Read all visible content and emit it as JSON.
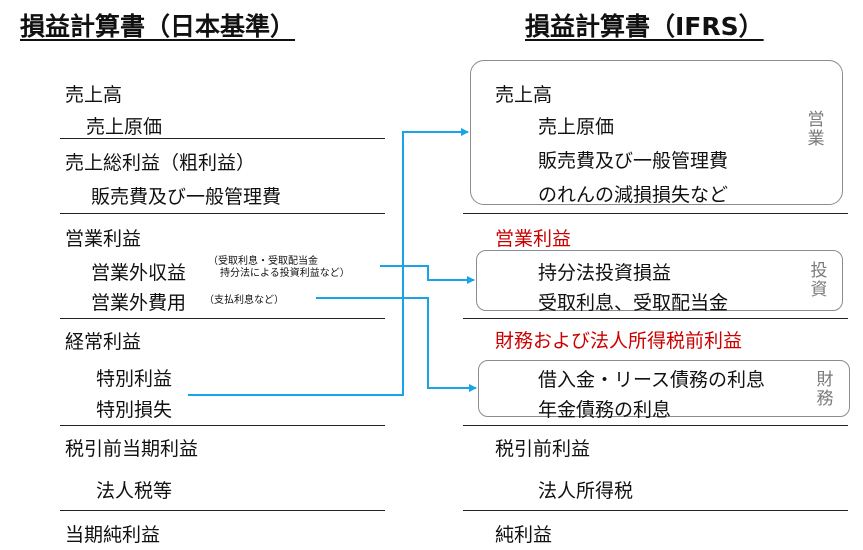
{
  "left": {
    "title": "損益計算書（日本基準）",
    "revenue": "売上高",
    "cogs": "売上原価",
    "gross_profit": "売上総利益（粗利益）",
    "sga": "販売費及び一般管理費",
    "operating_income": "営業利益",
    "non_op_income": "営業外収益",
    "non_op_income_note_1": "（受取利息・受取配当金",
    "non_op_income_note_2": "持分法による投資利益など）",
    "non_op_expense": "営業外費用",
    "non_op_expense_note": "（支払利息など）",
    "ordinary_income": "経常利益",
    "extraordinary_gain": "特別利益",
    "extraordinary_loss": "特別損失",
    "pretax_income": "税引前当期利益",
    "income_tax": "法人税等",
    "net_income": "当期純利益"
  },
  "right": {
    "title": "損益計算書（IFRS）",
    "revenue": "売上高",
    "cogs": "売上原価",
    "sga": "販売費及び一般管理費",
    "goodwill_impairment": "のれんの減損損失など",
    "operating_tag": [
      "営",
      "業"
    ],
    "operating_income": "営業利益",
    "equity_method": "持分法投資損益",
    "interest_dividend": "受取利息、受取配当金",
    "investing_tag": [
      "投",
      "資"
    ],
    "pre_finance_tax_income": "財務および法人所得税前利益",
    "borrowing_interest": "借入金・リース債務の利息",
    "pension_interest": "年金債務の利息",
    "financing_tag": [
      "財",
      "務"
    ],
    "pretax_income": "税引前利益",
    "income_tax": "法人所得税",
    "net_income": "純利益"
  },
  "colors": {
    "arrow": "#1aa3e6",
    "highlight": "#cc0000",
    "box_border": "#8c8c8c"
  }
}
